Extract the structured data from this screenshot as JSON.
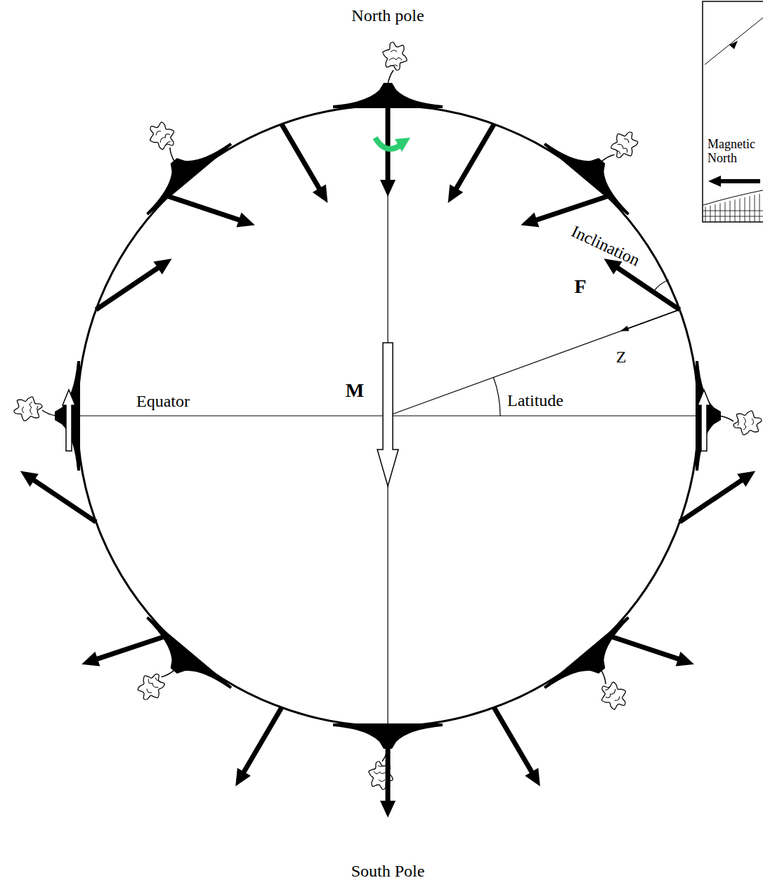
{
  "diagram": {
    "labels": [
      "North pole",
      "Magnetic North",
      "Inclination",
      "F",
      "Z",
      "M",
      "Equator",
      "Latitude",
      "South Pole"
    ]
  }
}
